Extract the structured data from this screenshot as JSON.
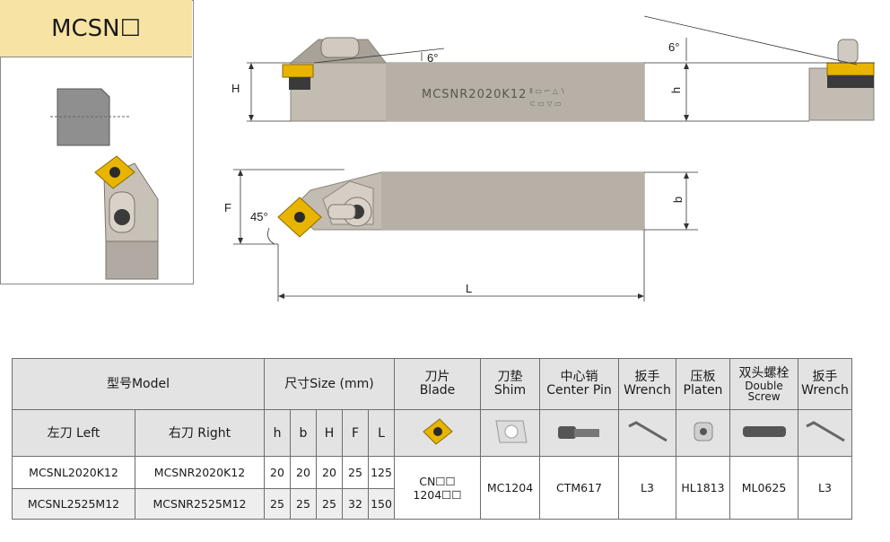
{
  "card": {
    "title": "MCSN☐"
  },
  "dims": {
    "H": "H",
    "h": "h",
    "F": "F",
    "b": "b",
    "L": "L",
    "angle_top_left": "6°",
    "angle_top_right": "6°",
    "angle_lead": "45°"
  },
  "tool_engraving": "MCSNR2020K12",
  "table": {
    "header": {
      "model": "型号Model",
      "size": "尺寸Size (mm)",
      "blade_cn": "刀片",
      "blade_en": "Blade",
      "shim_cn": "刀垫",
      "shim_en": "Shim",
      "pin_cn": "中心销",
      "pin_en": "Center Pin",
      "wrench_cn": "扳手",
      "wrench_en": "Wrench",
      "platen_cn": "压板",
      "platen_en": "Platen",
      "screw_cn": "双头螺栓",
      "screw_en1": "Double",
      "screw_en2": "Screw",
      "wrench2_cn": "扳手",
      "wrench2_en": "Wrench"
    },
    "sub": {
      "left": "左刀 Left",
      "right": "右刀 Right",
      "h": "h",
      "b": "b",
      "H": "H",
      "F": "F",
      "L": "L"
    },
    "rows": [
      {
        "left": "MCSNL2020K12",
        "right": "MCSNR2020K12",
        "h": "20",
        "b": "20",
        "H": "20",
        "F": "25",
        "L": "125"
      },
      {
        "left": "MCSNL2525M12",
        "right": "MCSNR2525M12",
        "h": "25",
        "b": "25",
        "H": "25",
        "F": "32",
        "L": "150"
      }
    ],
    "parts": {
      "blade_line1": "CN☐☐",
      "blade_line2": "1204☐☐",
      "shim": "MC1204",
      "pin": "CTM617",
      "wrench": "L3",
      "platen": "HL1813",
      "screw": "ML0625",
      "wrench2": "L3"
    }
  },
  "colors": {
    "card_title_bg": "#f7e4a4",
    "header_bg": "#e3e3e3",
    "insert_gold": "#e8b400",
    "steel": "#b9b3aa"
  }
}
